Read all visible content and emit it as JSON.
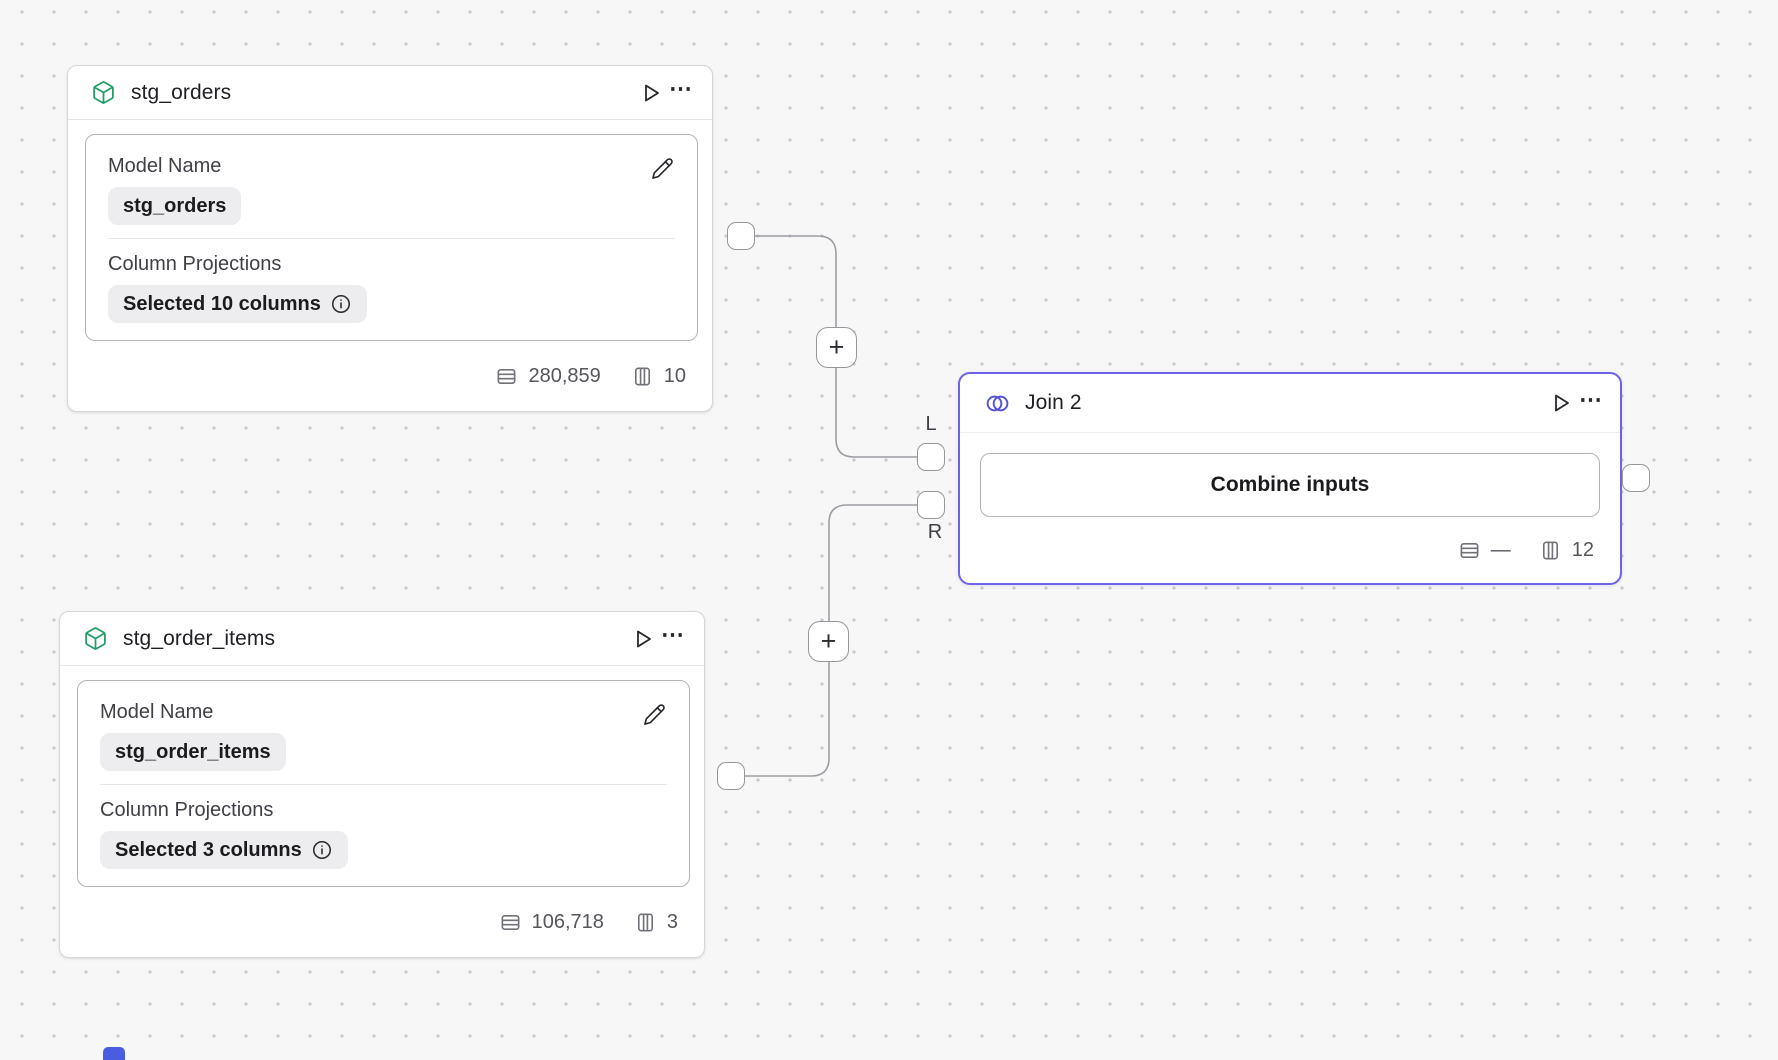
{
  "icons": {
    "more": "⋯",
    "plus": "+"
  },
  "nodes": {
    "stg_orders": {
      "title": "stg_orders",
      "model_name_label": "Model Name",
      "model_name_value": "stg_orders",
      "column_projections_label": "Column Projections",
      "column_projections_value": "Selected 10 columns",
      "row_count": "280,859",
      "column_count": "10"
    },
    "stg_order_items": {
      "title": "stg_order_items",
      "model_name_label": "Model Name",
      "model_name_value": "stg_order_items",
      "column_projections_label": "Column Projections",
      "column_projections_value": "Selected 3 columns",
      "row_count": "106,718",
      "column_count": "3"
    },
    "join2": {
      "title": "Join 2",
      "combine_button_label": "Combine inputs",
      "row_count": "—",
      "column_count": "12",
      "left_port_label": "L",
      "right_port_label": "R"
    }
  },
  "colors": {
    "canvas_background": "#f7f7f8",
    "grid_dot": "#c9c9cd",
    "join_accent_border": "#6e62e8",
    "join_icon_indigo": "#5552d8",
    "model_icon_green": "#259d68",
    "edge_gray": "#9d9da3",
    "footer_text_gray": "#55555c"
  }
}
